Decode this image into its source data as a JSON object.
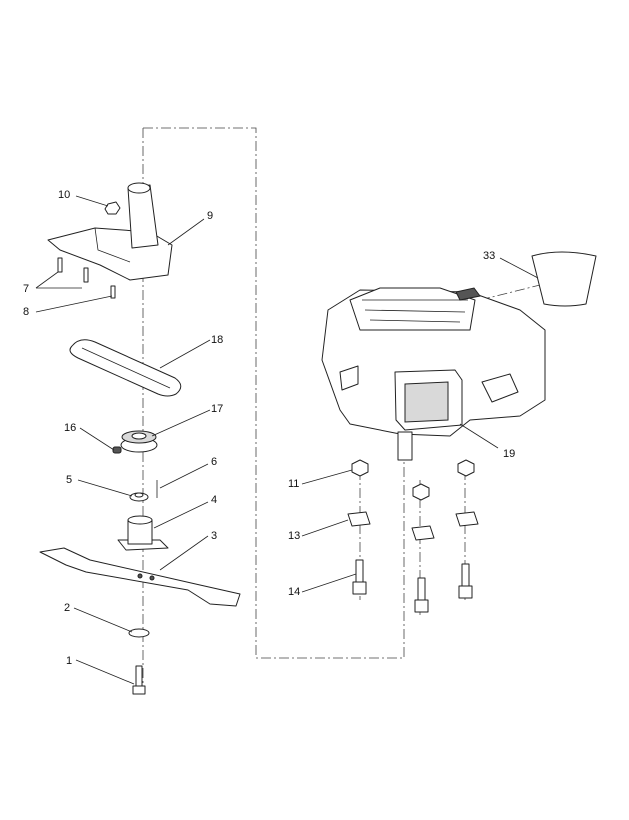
{
  "callouts": [
    {
      "id": "1",
      "label": "1"
    },
    {
      "id": "2",
      "label": "2"
    },
    {
      "id": "3",
      "label": "3"
    },
    {
      "id": "4",
      "label": "4"
    },
    {
      "id": "5",
      "label": "5"
    },
    {
      "id": "6",
      "label": "6"
    },
    {
      "id": "7",
      "label": "7"
    },
    {
      "id": "8",
      "label": "8"
    },
    {
      "id": "9",
      "label": "9"
    },
    {
      "id": "10",
      "label": "10"
    },
    {
      "id": "11",
      "label": "11"
    },
    {
      "id": "13",
      "label": "13"
    },
    {
      "id": "14",
      "label": "14"
    },
    {
      "id": "16",
      "label": "16"
    },
    {
      "id": "17",
      "label": "17"
    },
    {
      "id": "18",
      "label": "18"
    },
    {
      "id": "19",
      "label": "19"
    },
    {
      "id": "33",
      "label": "33"
    }
  ]
}
